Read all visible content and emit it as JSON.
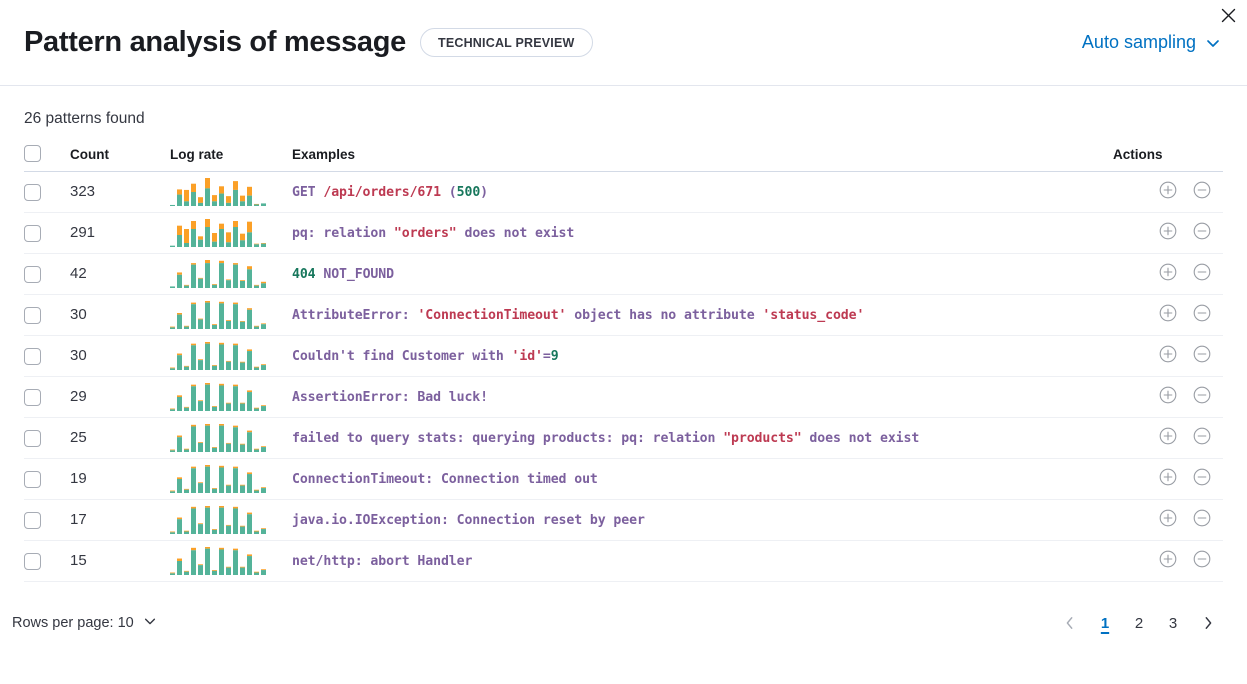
{
  "header": {
    "title": "Pattern analysis of message",
    "badge": "TECHNICAL PREVIEW",
    "sampling_label": "Auto sampling",
    "close_icon": "close-icon",
    "chevron_icon": "chevron-down-icon"
  },
  "summary": {
    "patterns_found": "26 patterns found"
  },
  "table": {
    "columns": {
      "select": "",
      "count": "Count",
      "log_rate": "Log rate",
      "examples": "Examples",
      "actions": "Actions"
    },
    "rows": [
      {
        "count": "323",
        "example_tokens": [
          {
            "t": "GET ",
            "c": "base"
          },
          {
            "t": "/api/orders/671",
            "c": "hl"
          },
          {
            "t": " (",
            "c": "base"
          },
          {
            "t": "500",
            "c": "num"
          },
          {
            "t": ")",
            "c": "base"
          }
        ],
        "log_rate": {
          "teal": [
            2,
            22,
            9,
            27,
            6,
            34,
            9,
            24,
            6,
            31,
            9,
            20,
            3,
            5
          ],
          "orange": [
            0,
            10,
            22,
            16,
            11,
            20,
            12,
            14,
            13,
            17,
            11,
            17,
            1,
            0
          ]
        }
      },
      {
        "count": "291",
        "example_tokens": [
          {
            "t": "pq: relation ",
            "c": "base"
          },
          {
            "t": "\"orders\"",
            "c": "hl"
          },
          {
            "t": " does not exist",
            "c": "base"
          }
        ],
        "log_rate": {
          "teal": [
            2,
            18,
            6,
            27,
            11,
            30,
            8,
            27,
            7,
            30,
            10,
            22,
            4,
            5
          ],
          "orange": [
            0,
            14,
            21,
            12,
            5,
            12,
            13,
            8,
            15,
            9,
            10,
            16,
            1,
            1
          ]
        }
      },
      {
        "count": "42",
        "example_tokens": [
          {
            "t": "404",
            "c": "num"
          },
          {
            "t": " NOT_FOUND",
            "c": "base"
          }
        ],
        "log_rate": {
          "teal": [
            2,
            17,
            3,
            30,
            12,
            32,
            4,
            32,
            10,
            30,
            9,
            24,
            3,
            6
          ],
          "orange": [
            0,
            3,
            1,
            2,
            1,
            4,
            1,
            3,
            1,
            2,
            1,
            4,
            1,
            2
          ]
        }
      },
      {
        "count": "30",
        "example_tokens": [
          {
            "t": "AttributeError: ",
            "c": "base"
          },
          {
            "t": "'ConnectionTimeout'",
            "c": "hl"
          },
          {
            "t": " object has no attribute ",
            "c": "base"
          },
          {
            "t": "'status_code'",
            "c": "hl"
          }
        ],
        "log_rate": {
          "teal": [
            2,
            18,
            3,
            31,
            12,
            33,
            5,
            32,
            10,
            31,
            9,
            24,
            3,
            6
          ],
          "orange": [
            1,
            2,
            1,
            2,
            1,
            2,
            1,
            2,
            1,
            2,
            1,
            2,
            1,
            1
          ]
        }
      },
      {
        "count": "30",
        "example_tokens": [
          {
            "t": "Couldn't find Customer with ",
            "c": "base"
          },
          {
            "t": "'id'",
            "c": "hl"
          },
          {
            "t": "=",
            "c": "base"
          },
          {
            "t": "9",
            "c": "num"
          }
        ],
        "log_rate": {
          "teal": [
            2,
            18,
            4,
            30,
            12,
            32,
            5,
            31,
            10,
            30,
            9,
            23,
            3,
            6
          ],
          "orange": [
            1,
            2,
            1,
            2,
            1,
            2,
            1,
            2,
            1,
            2,
            1,
            2,
            1,
            1
          ]
        }
      },
      {
        "count": "29",
        "example_tokens": [
          {
            "t": "AssertionError: Bad luck!",
            "c": "base"
          }
        ],
        "log_rate": {
          "teal": [
            2,
            17,
            4,
            30,
            12,
            32,
            5,
            31,
            9,
            30,
            9,
            23,
            3,
            6
          ],
          "orange": [
            1,
            2,
            1,
            2,
            1,
            2,
            1,
            2,
            1,
            2,
            1,
            2,
            1,
            1
          ]
        }
      },
      {
        "count": "25",
        "example_tokens": [
          {
            "t": "failed to query stats: querying products: pq: relation ",
            "c": "base"
          },
          {
            "t": "\"products\"",
            "c": "hl"
          },
          {
            "t": " does not exist",
            "c": "base"
          }
        ],
        "log_rate": {
          "teal": [
            2,
            18,
            3,
            31,
            11,
            32,
            5,
            32,
            10,
            30,
            9,
            24,
            3,
            6
          ],
          "orange": [
            1,
            2,
            1,
            2,
            1,
            2,
            1,
            2,
            1,
            2,
            1,
            2,
            1,
            1
          ]
        }
      },
      {
        "count": "19",
        "example_tokens": [
          {
            "t": "ConnectionTimeout: Connection timed out",
            "c": "base"
          }
        ],
        "log_rate": {
          "teal": [
            2,
            17,
            4,
            30,
            12,
            32,
            5,
            31,
            9,
            30,
            9,
            23,
            3,
            6
          ],
          "orange": [
            1,
            2,
            1,
            2,
            1,
            2,
            1,
            2,
            1,
            2,
            1,
            2,
            1,
            1
          ]
        }
      },
      {
        "count": "17",
        "example_tokens": [
          {
            "t": "java.io.IOException: Connection reset by peer",
            "c": "base"
          }
        ],
        "log_rate": {
          "teal": [
            2,
            18,
            3,
            31,
            12,
            32,
            5,
            32,
            10,
            31,
            9,
            24,
            3,
            6
          ],
          "orange": [
            1,
            2,
            1,
            2,
            1,
            2,
            1,
            2,
            1,
            2,
            1,
            2,
            1,
            1
          ]
        }
      },
      {
        "count": "15",
        "example_tokens": [
          {
            "t": "net/http: abort Handler",
            "c": "base"
          }
        ],
        "log_rate": {
          "teal": [
            2,
            17,
            4,
            30,
            12,
            32,
            5,
            31,
            9,
            30,
            9,
            23,
            3,
            6
          ],
          "orange": [
            1,
            3,
            1,
            3,
            1,
            2,
            1,
            2,
            1,
            2,
            1,
            2,
            1,
            1
          ]
        }
      }
    ],
    "row_action_icons": {
      "add": "circle-plus-icon",
      "remove": "circle-minus-icon"
    }
  },
  "footer": {
    "rows_per_page": "Rows per page: 10",
    "prev_icon": "chevron-left-icon",
    "next_icon": "chevron-right-icon",
    "pages": [
      "1",
      "2",
      "3"
    ],
    "active_page": "1"
  },
  "colors": {
    "accent": "#0071c2",
    "spark_teal": "#54b399",
    "spark_orange": "#fba027",
    "token_base": "#7c609e",
    "token_highlight": "#bd3a52",
    "token_number": "#17775c"
  }
}
